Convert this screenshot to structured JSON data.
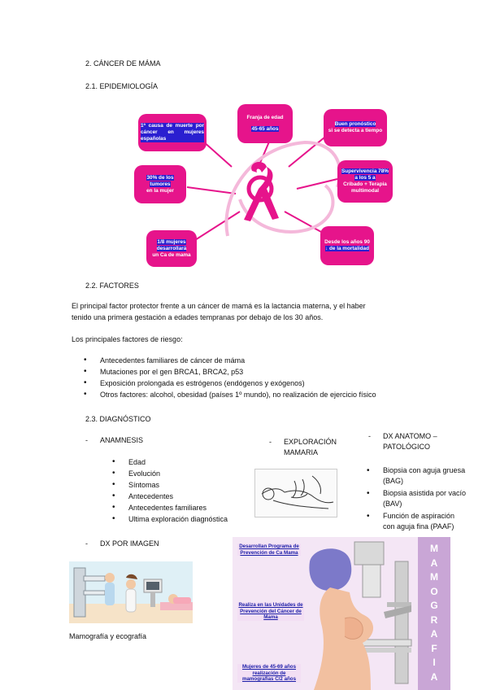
{
  "section_title": "2.    CÁNCER DE MÁMA",
  "epi_heading": "2.1. EPIDEMIOLOGÍA",
  "epi_boxes": {
    "box1": "1ª causa de muerte por cáncer en mujeres españolas",
    "box2_a": "Franja de edad",
    "box2_b": "45-65 años",
    "box3_a": "Buen pronóstico",
    "box3_b": "si se detecta a tiempo",
    "box4_a": "30% de los tumores",
    "box4_b": " en la mujer",
    "box5_a": "Supervivencia 78% a los 5 a",
    "box5_b": "Cribado + Terapia multimodal",
    "box6_a": "1/8 mujeres desarrollará",
    "box6_b": "un Ca de mama",
    "box7_a": "Desde los años 90",
    "box7_b": "↓ de la mortalidad"
  },
  "factores_heading": "2.2. FACTORES",
  "factores_para1": "El principal factor protector frente a un cáncer de mamá es la lactancia materna, y el haber",
  "factores_para2": "tenido una primera gestación a edades tempranas por debajo de los 30 años.",
  "riesgo_intro": "Los principales factores de riesgo:",
  "riesgo_items": [
    "Antecedentes familiares de cáncer de máma",
    "Mutaciones por el gen BRCA1, BRCA2, p53",
    "Exposición prolongada es estrógenos (endógenos y exógenos)",
    "Otros factores: alcohol, obesidad (países 1º mundo), no realización de ejercicio físico"
  ],
  "diag_heading": "2.3. DIAGNÓSTICO",
  "anamnesis": {
    "dash": "-",
    "title": "ANAMNESIS",
    "items": [
      "Edad",
      "Evolución",
      "Síntomas",
      "Antecedentes",
      "Antecedentes familiares",
      "Ultima exploración diagnóstica"
    ]
  },
  "exploracion": {
    "dash": "-",
    "title_1": "EXPLORACIÓN",
    "title_2": "MAMARIA"
  },
  "anatomo": {
    "dash": "-",
    "title_1": "DX ANATOMO –",
    "title_2": "PATOLÓGICO",
    "items": [
      [
        "Biopsia con aguja gruesa",
        "(BAG)"
      ],
      [
        "Biopsia asistida por vacío",
        "(BAV)"
      ],
      [
        "Función de aspiración",
        "con aguja fina (PAAF)"
      ]
    ]
  },
  "imagen": {
    "dash": "-",
    "title": "DX POR IMAGEN",
    "caption": "Mamografía y ecografía"
  },
  "mamografia_graphic": {
    "vertical_word": [
      "M",
      "A",
      "M",
      "O",
      "G",
      "R",
      "A",
      "F",
      "I",
      "A"
    ],
    "note1": "Desarrollan Programa de Prevención de Ca Mama",
    "note2": "Realiza en las Unidades de Prevención del Cáncer de Mama",
    "note3": "Mujeres de 45-69 años realización de mamografías C/2 años"
  },
  "colors": {
    "pink": "#e6148b",
    "highlight": "#2a1fd0",
    "lilac": "#c9a6d6"
  }
}
